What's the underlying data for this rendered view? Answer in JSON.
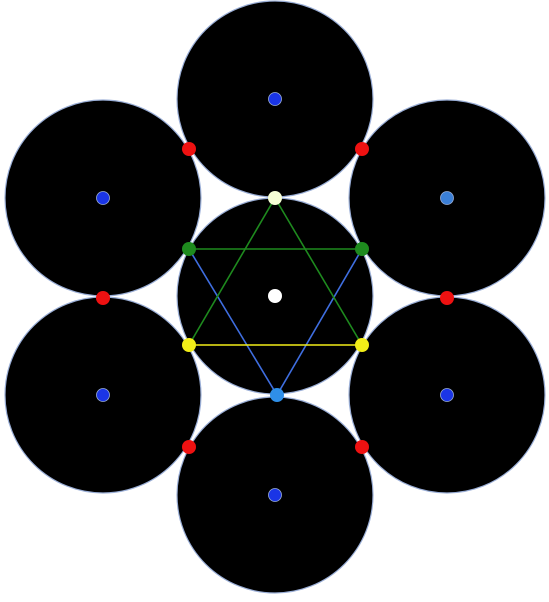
{
  "diagram": {
    "colors": {
      "background": "#ffffff",
      "circle_fill": "#000000",
      "circle_stroke": "#9aaed6",
      "center_dot": "#1a35e6",
      "tangent_dot": "#ee1111",
      "green": "#1e8a1e",
      "blue": "#3f6ee0",
      "yellow": "#f2ee18",
      "white": "#ffffff",
      "light_blue": "#2f8fe8",
      "light_yellow": "#f7ffd6",
      "accent_blue": "#3b7fd6"
    },
    "outer_circles": [
      {
        "name": "outer-circle-top",
        "center_dot_color": "#1a35e6"
      },
      {
        "name": "outer-circle-upper-left",
        "center_dot_color": "#1a35e6"
      },
      {
        "name": "outer-circle-upper-right",
        "center_dot_color": "#3b7fd6"
      },
      {
        "name": "outer-circle-lower-left",
        "center_dot_color": "#1a35e6"
      },
      {
        "name": "outer-circle-lower-right",
        "center_dot_color": "#1a35e6"
      },
      {
        "name": "outer-circle-bottom",
        "center_dot_color": "#1a35e6"
      }
    ],
    "triangles": [
      {
        "name": "downward-triangle",
        "top_edge_color": "#1e8a1e",
        "sides_color": "#3f6ee0"
      },
      {
        "name": "upward-triangle",
        "bottom_edge_color": "#f2ee18",
        "sides_color": "#1e8a1e"
      }
    ],
    "vertex_dots": [
      {
        "name": "vertex-top",
        "color": "#f7ffd6"
      },
      {
        "name": "vertex-upper-left",
        "color": "#1e8a1e"
      },
      {
        "name": "vertex-upper-right",
        "color": "#1e8a1e"
      },
      {
        "name": "vertex-lower-left",
        "color": "#f2ee18"
      },
      {
        "name": "vertex-lower-right",
        "color": "#f2ee18"
      },
      {
        "name": "vertex-bottom",
        "color": "#2f8fe8"
      }
    ]
  }
}
